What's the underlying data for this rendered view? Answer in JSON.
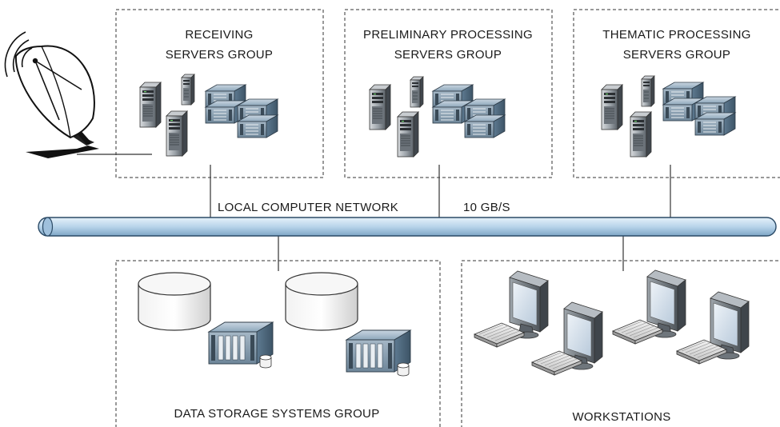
{
  "groups": {
    "receiving": {
      "line1": "RECEIVING",
      "line2": "SERVERS GROUP"
    },
    "preliminary": {
      "line1": "PRELIMINARY PROCESSING",
      "line2": "SERVERS GROUP"
    },
    "thematic": {
      "line1": "THEMATIC PROCESSING",
      "line2": "SERVERS GROUP"
    },
    "storage": {
      "label": "DATA STORAGE SYSTEMS GROUP"
    },
    "workstations": {
      "label": "WORKSTATIONS"
    }
  },
  "network": {
    "label": "LOCAL COMPUTER NETWORK",
    "speed": "10 GB/S"
  },
  "icons": [
    "satellite-dish-icon",
    "tower-server-icon",
    "rack-server-icon",
    "database-cylinder-icon",
    "storage-array-icon",
    "monitor-icon",
    "keyboard-icon"
  ],
  "colors": {
    "bus_fill": "#b8d4ea",
    "bus_stroke": "#2b4a66",
    "server_dark": "#4a5055",
    "rack_blue": "#6f8ea8"
  }
}
